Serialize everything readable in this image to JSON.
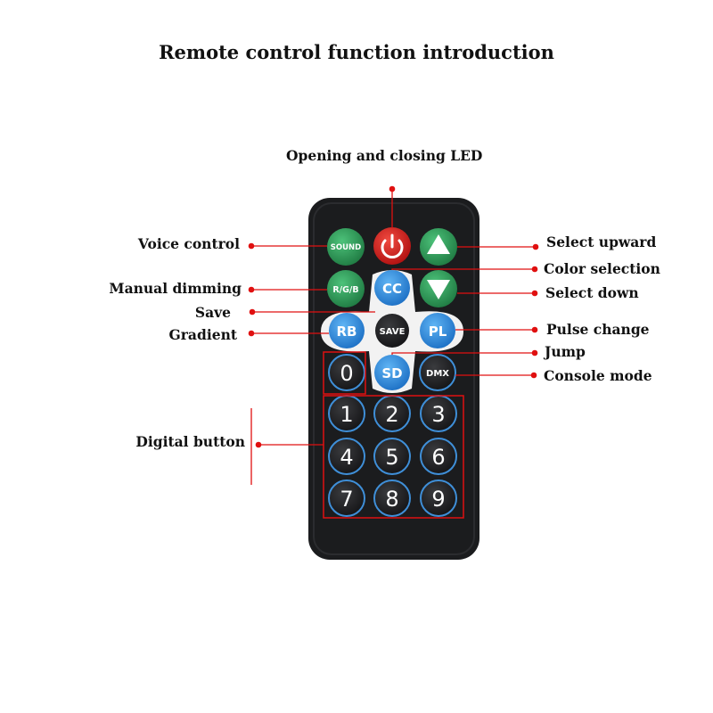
{
  "title": "Remote control function introduction",
  "labels": {
    "power": "Opening and closing LED",
    "voice": "Voice control",
    "manual": "Manual dimming",
    "save": "Save",
    "gradient": "Gradient",
    "digital": "Digital button",
    "up": "Select upward",
    "color": "Color selection",
    "down": "Select down",
    "pulse": "Pulse change",
    "jump": "Jump",
    "console": "Console mode"
  },
  "buttons": {
    "sound": "SOUND",
    "rgb": "R/G/B",
    "cc": "CC",
    "save": "SAVE",
    "rb": "RB",
    "pl": "PL",
    "sd": "SD",
    "dmx": "DMX",
    "zero": "0",
    "digits": [
      "1",
      "2",
      "3",
      "4",
      "5",
      "6",
      "7",
      "8",
      "9"
    ]
  },
  "colors": {
    "accent": "#e01010",
    "remote_body": "#1b1c1e",
    "green_button": "#2e9a58",
    "blue_button": "#2d8fe0",
    "power_button": "#d81c1c",
    "number_ring": "#3f8fd8"
  },
  "icons": {
    "power": "power-icon",
    "up": "triangle-up-icon",
    "down": "triangle-down-icon"
  }
}
